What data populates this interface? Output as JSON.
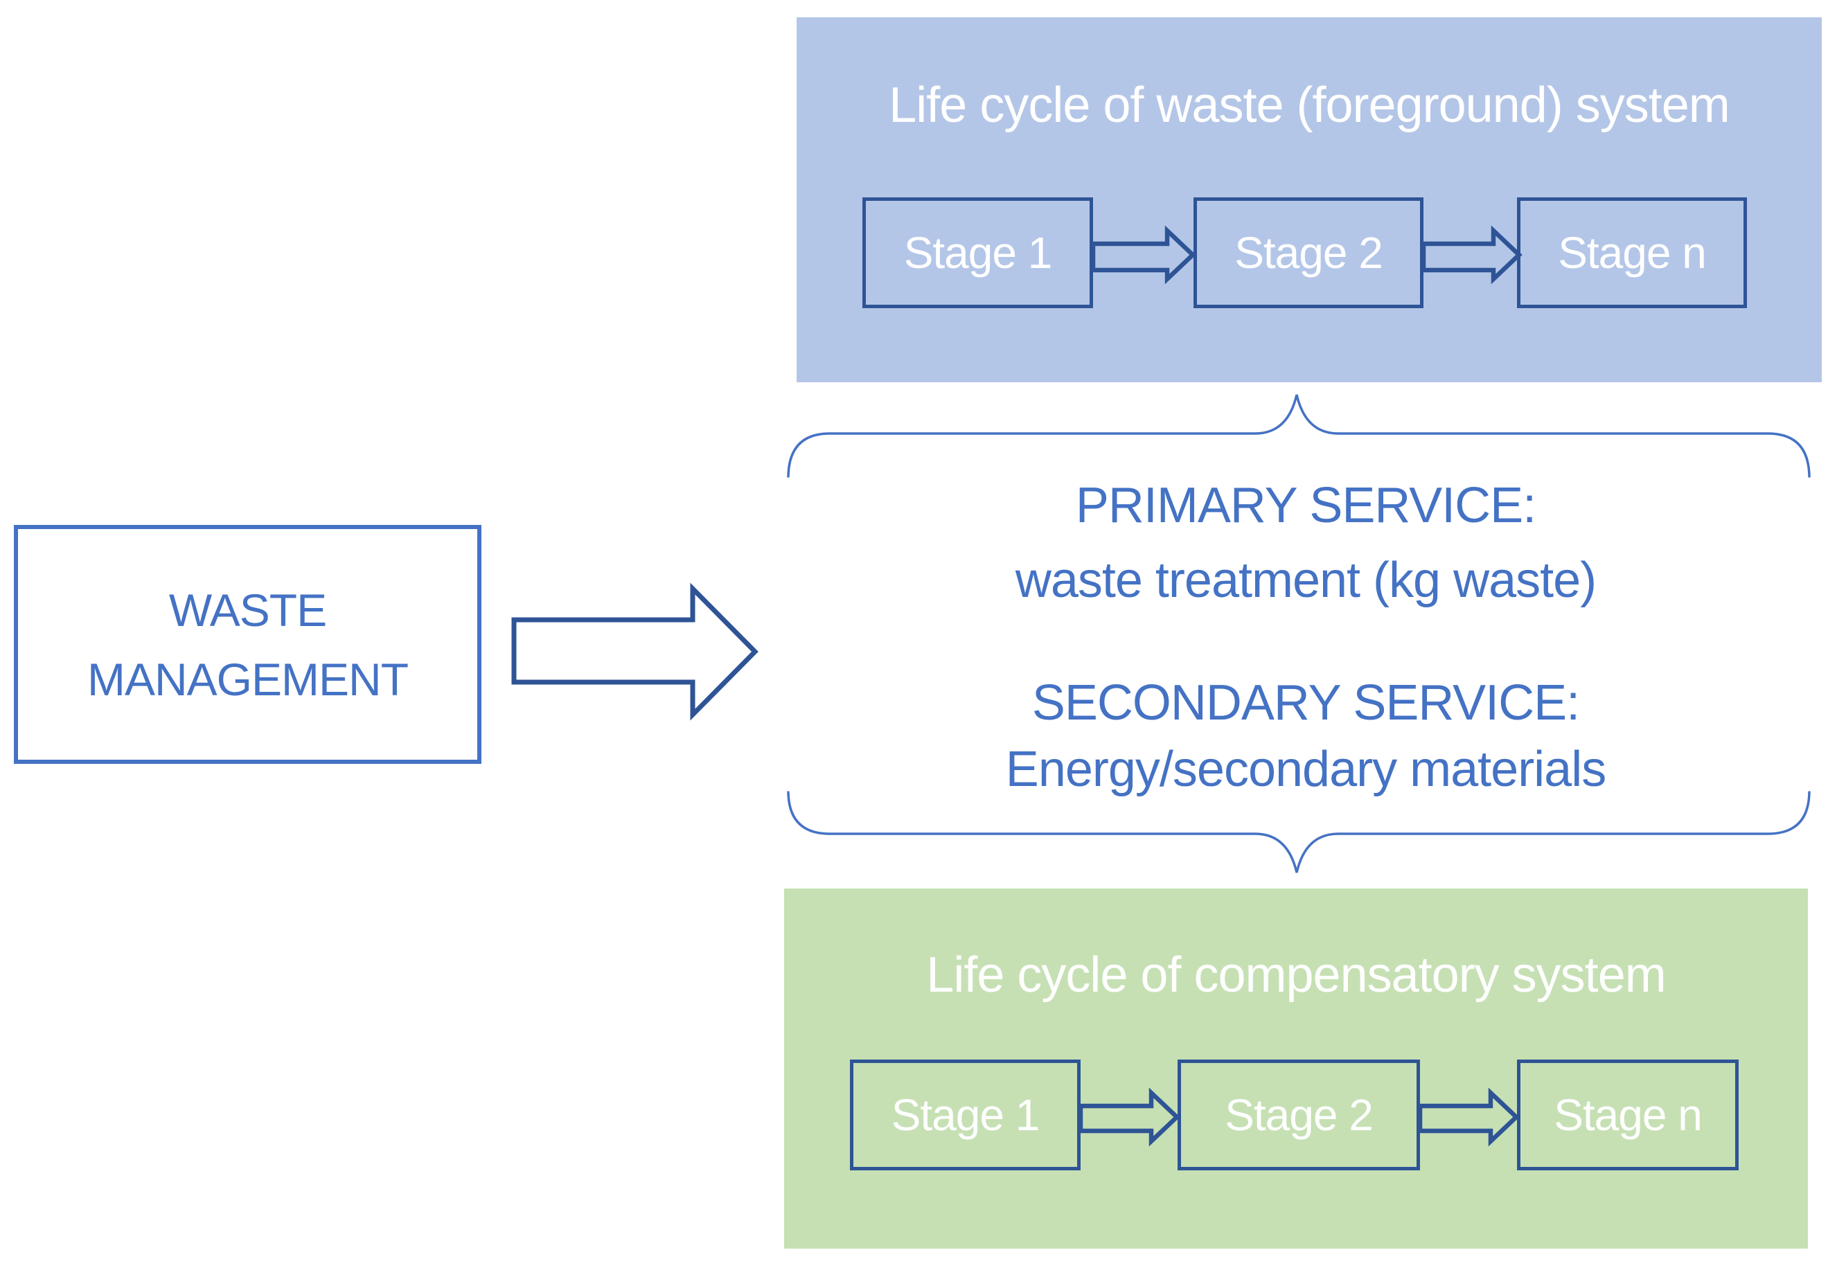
{
  "diagram": {
    "waste_management": {
      "line1": "WASTE",
      "line2": "MANAGEMENT"
    },
    "foreground_system": {
      "title": "Life cycle of waste (foreground) system",
      "stages": [
        "Stage 1",
        "Stage 2",
        "Stage n"
      ]
    },
    "services": {
      "primary_label": "PRIMARY SERVICE:",
      "primary_detail": "waste treatment (kg waste)",
      "secondary_label": "SECONDARY SERVICE:",
      "secondary_detail": "Energy/secondary materials"
    },
    "compensatory_system": {
      "title": "Life cycle of compensatory system",
      "stages": [
        "Stage 1",
        "Stage 2",
        "Stage n"
      ]
    },
    "colors": {
      "foreground_panel": "#b4c6e7",
      "compensatory_panel": "#c6e0b4",
      "stage_border": "#2e5496",
      "accent_blue": "#4472c4",
      "stage_text": "#ffffff"
    }
  }
}
